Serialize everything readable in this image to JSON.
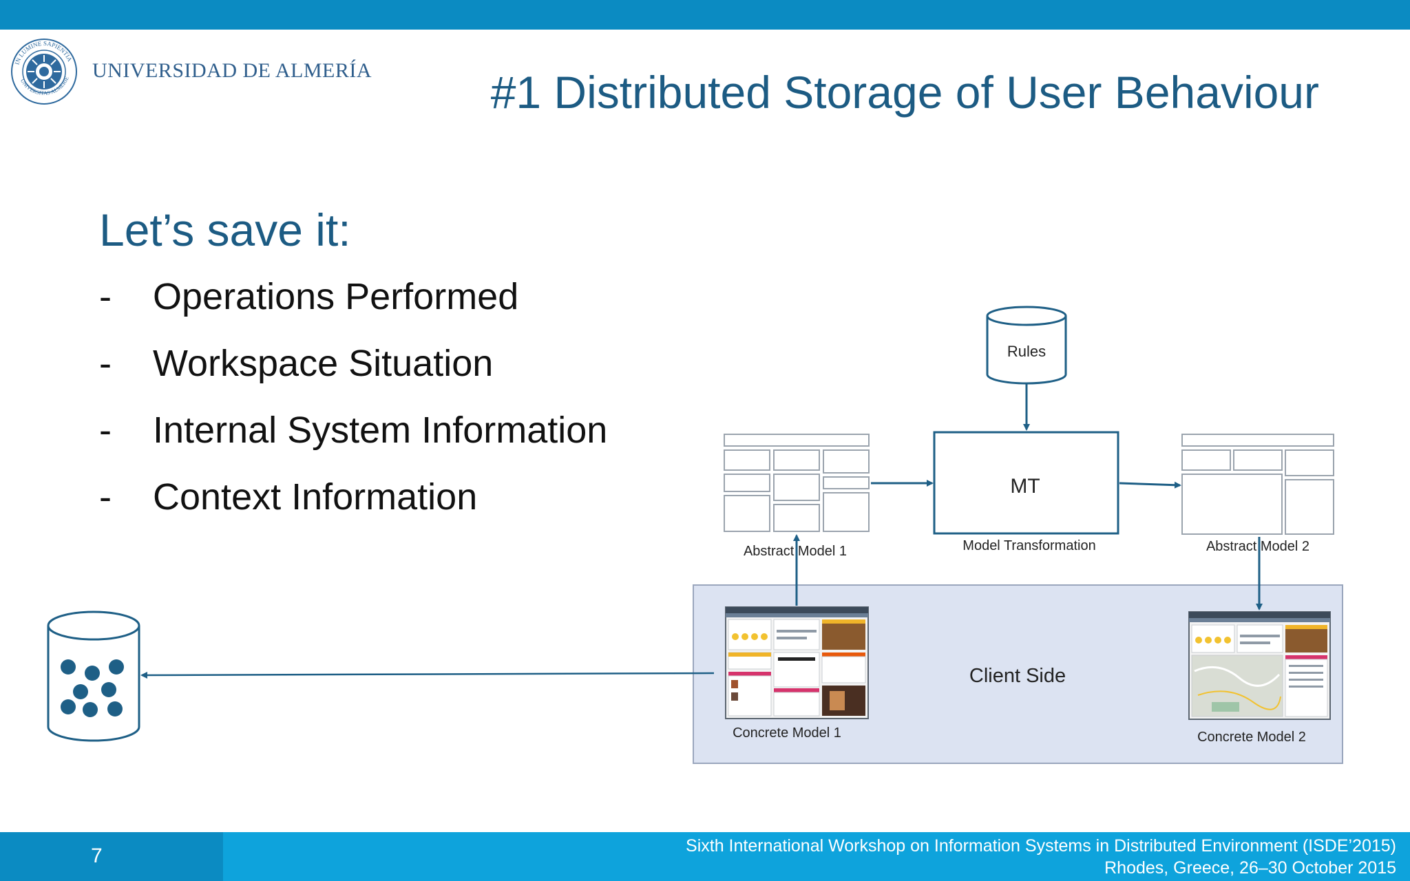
{
  "header": {
    "university_name": "UNIVERSIDAD DE ALMERÍA",
    "seal_text": "IN LUMINE SAPIENTIA · UNIVERSITAS ALMERIENSIS",
    "slide_title": "#1 Distributed Storage of User Behaviour"
  },
  "content": {
    "subtitle": "Let’s save it:",
    "bullets": [
      {
        "dash": "-",
        "text": "Operations Performed"
      },
      {
        "dash": "-",
        "text": "Workspace Situation"
      },
      {
        "dash": "-",
        "text": "Internal System Information"
      },
      {
        "dash": "-",
        "text": "Context Information"
      }
    ]
  },
  "diagram": {
    "rules_label": "Rules",
    "mt_label": "MT",
    "mt_caption": "Model Transformation",
    "abstract1_label": "Abstract Model 1",
    "abstract2_label": "Abstract Model 2",
    "client_side_label": "Client Side",
    "concrete1_label": "Concrete Model 1",
    "concrete2_label": "Concrete Model 2",
    "colors": {
      "line": "#1e5f86",
      "client_panel": "#dce3f2",
      "accent": "#0b8bc2"
    }
  },
  "footer": {
    "page_number": "7",
    "line1": "Sixth International Workshop on Information Systems in Distributed Environment (ISDE’2015)",
    "line2": "Rhodes, Greece, 26–30 October 2015"
  }
}
